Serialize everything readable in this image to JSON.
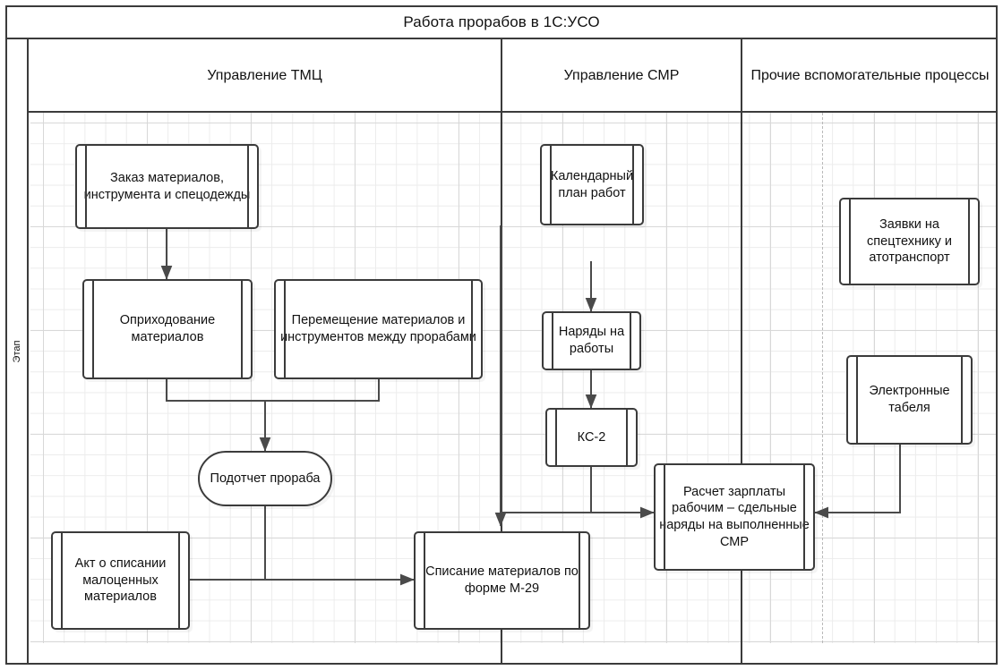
{
  "diagram": {
    "title": "Работа прорабов в 1С:УСО",
    "stage_label": "Этап",
    "accent": "#3b3b3b",
    "grid_color": "#d8d8d8",
    "background": "#ffffff"
  },
  "lanes": [
    {
      "id": "lane-tmc",
      "label": "Управление ТМЦ"
    },
    {
      "id": "lane-smr",
      "label": "Управление СМР"
    },
    {
      "id": "lane-misc",
      "label": "Прочие вспомогательные процессы"
    }
  ],
  "nodes": [
    {
      "id": "order-materials",
      "lane": "lane-tmc",
      "shape": "process",
      "label": "Заказ материалов, инструмента и спецодежды"
    },
    {
      "id": "receive-materials",
      "lane": "lane-tmc",
      "shape": "process",
      "label": "Оприходование материалов"
    },
    {
      "id": "move-materials",
      "lane": "lane-tmc",
      "shape": "process",
      "label": "Перемещение материалов и инструментов между прорабами"
    },
    {
      "id": "foreman-account",
      "lane": "lane-tmc",
      "shape": "terminator",
      "label": "Подотчет прораба"
    },
    {
      "id": "writeoff-act",
      "lane": "lane-tmc",
      "shape": "process",
      "label": "Акт о списании малоценных материалов"
    },
    {
      "id": "writeoff-m29",
      "lane": "lane-tmc",
      "shape": "process",
      "label": "Списание материалов по форме М-29"
    },
    {
      "id": "work-schedule",
      "lane": "lane-smr",
      "shape": "process",
      "label": "Календарный план работ"
    },
    {
      "id": "work-orders",
      "lane": "lane-smr",
      "shape": "process",
      "label": "Наряды на работы"
    },
    {
      "id": "ks-2",
      "lane": "lane-smr",
      "shape": "process",
      "label": "КС-2"
    },
    {
      "id": "payroll",
      "lane": "lane-smr",
      "shape": "process",
      "label": "Расчет зарплаты рабочим – сдельные наряды на выполненные СМР"
    },
    {
      "id": "special-transport",
      "lane": "lane-misc",
      "shape": "process",
      "label": "Заявки на спецтехнику и атотранспорт"
    },
    {
      "id": "timesheets",
      "lane": "lane-misc",
      "shape": "process",
      "label": "Электронные табеля"
    }
  ],
  "edges": [
    {
      "from": "order-materials",
      "to": "receive-materials",
      "arrow": "single"
    },
    {
      "from": "receive-materials",
      "to": "foreman-account",
      "arrow": "single"
    },
    {
      "from": "move-materials",
      "to": "foreman-account",
      "arrow": "single"
    },
    {
      "from": "foreman-account",
      "to": "writeoff-act",
      "arrow": "single"
    },
    {
      "from": "foreman-account",
      "to": "writeoff-m29",
      "arrow": "single"
    },
    {
      "from": "writeoff-act",
      "to": "writeoff-m29",
      "arrow": "double"
    },
    {
      "from": "work-schedule",
      "to": "work-orders",
      "arrow": "single"
    },
    {
      "from": "work-orders",
      "to": "ks-2",
      "arrow": "single"
    },
    {
      "from": "ks-2",
      "to": "payroll",
      "arrow": "single"
    },
    {
      "from": "work-orders",
      "to": "writeoff-m29",
      "arrow": "single"
    },
    {
      "from": "timesheets",
      "to": "payroll",
      "arrow": "single"
    }
  ]
}
